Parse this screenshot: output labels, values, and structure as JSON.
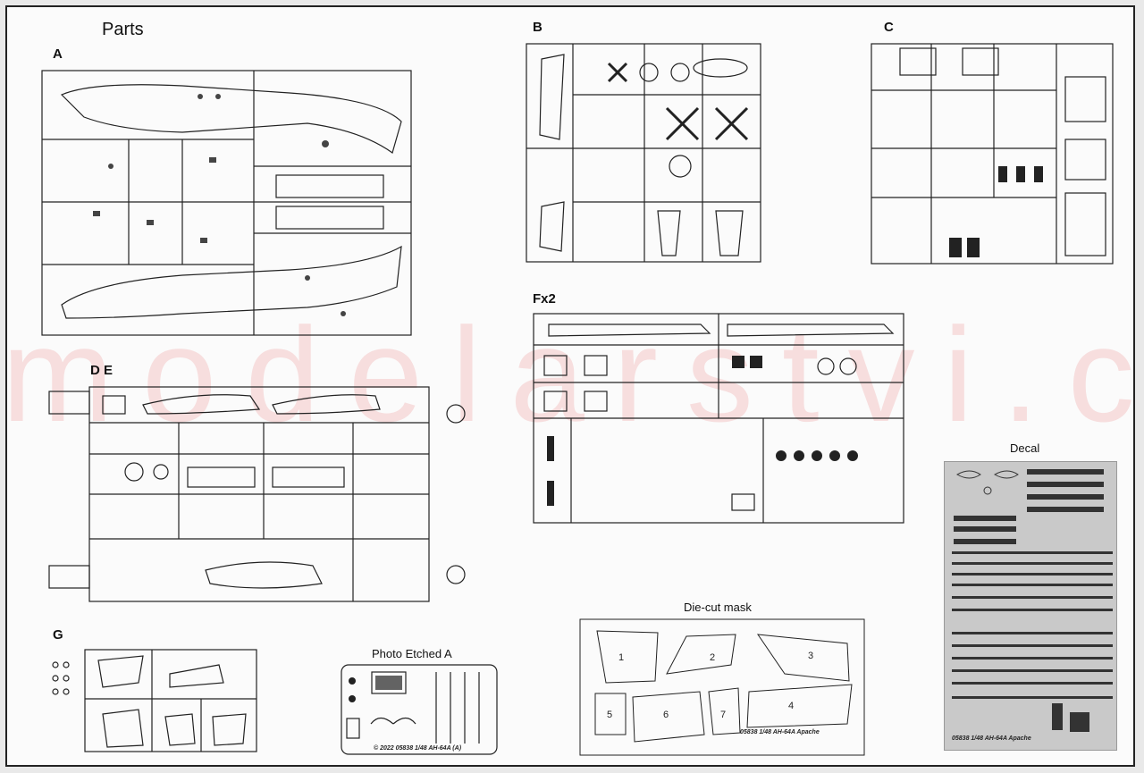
{
  "page_title": "Parts",
  "watermark": "modelarstvi.cz",
  "sprues": {
    "a": "A",
    "b": "B",
    "c": "C",
    "de": "D E",
    "fx2": "Fx2",
    "g": "G"
  },
  "photo_etched": {
    "title": "Photo Etched A",
    "caption": "© 2022 05838 1/48 AH-64A (A)"
  },
  "mask": {
    "title": "Die-cut mask",
    "pieces": [
      "1",
      "2",
      "3",
      "4",
      "5",
      "6",
      "7"
    ],
    "caption": "05838 1/48 AH-64A Apache"
  },
  "decal": {
    "title": "Decal",
    "caption": "05838 1/48 AH-64A Apache"
  },
  "colors": {
    "line": "#222222",
    "watermark": "#e87878",
    "decal_bg": "#c9c9c9"
  }
}
